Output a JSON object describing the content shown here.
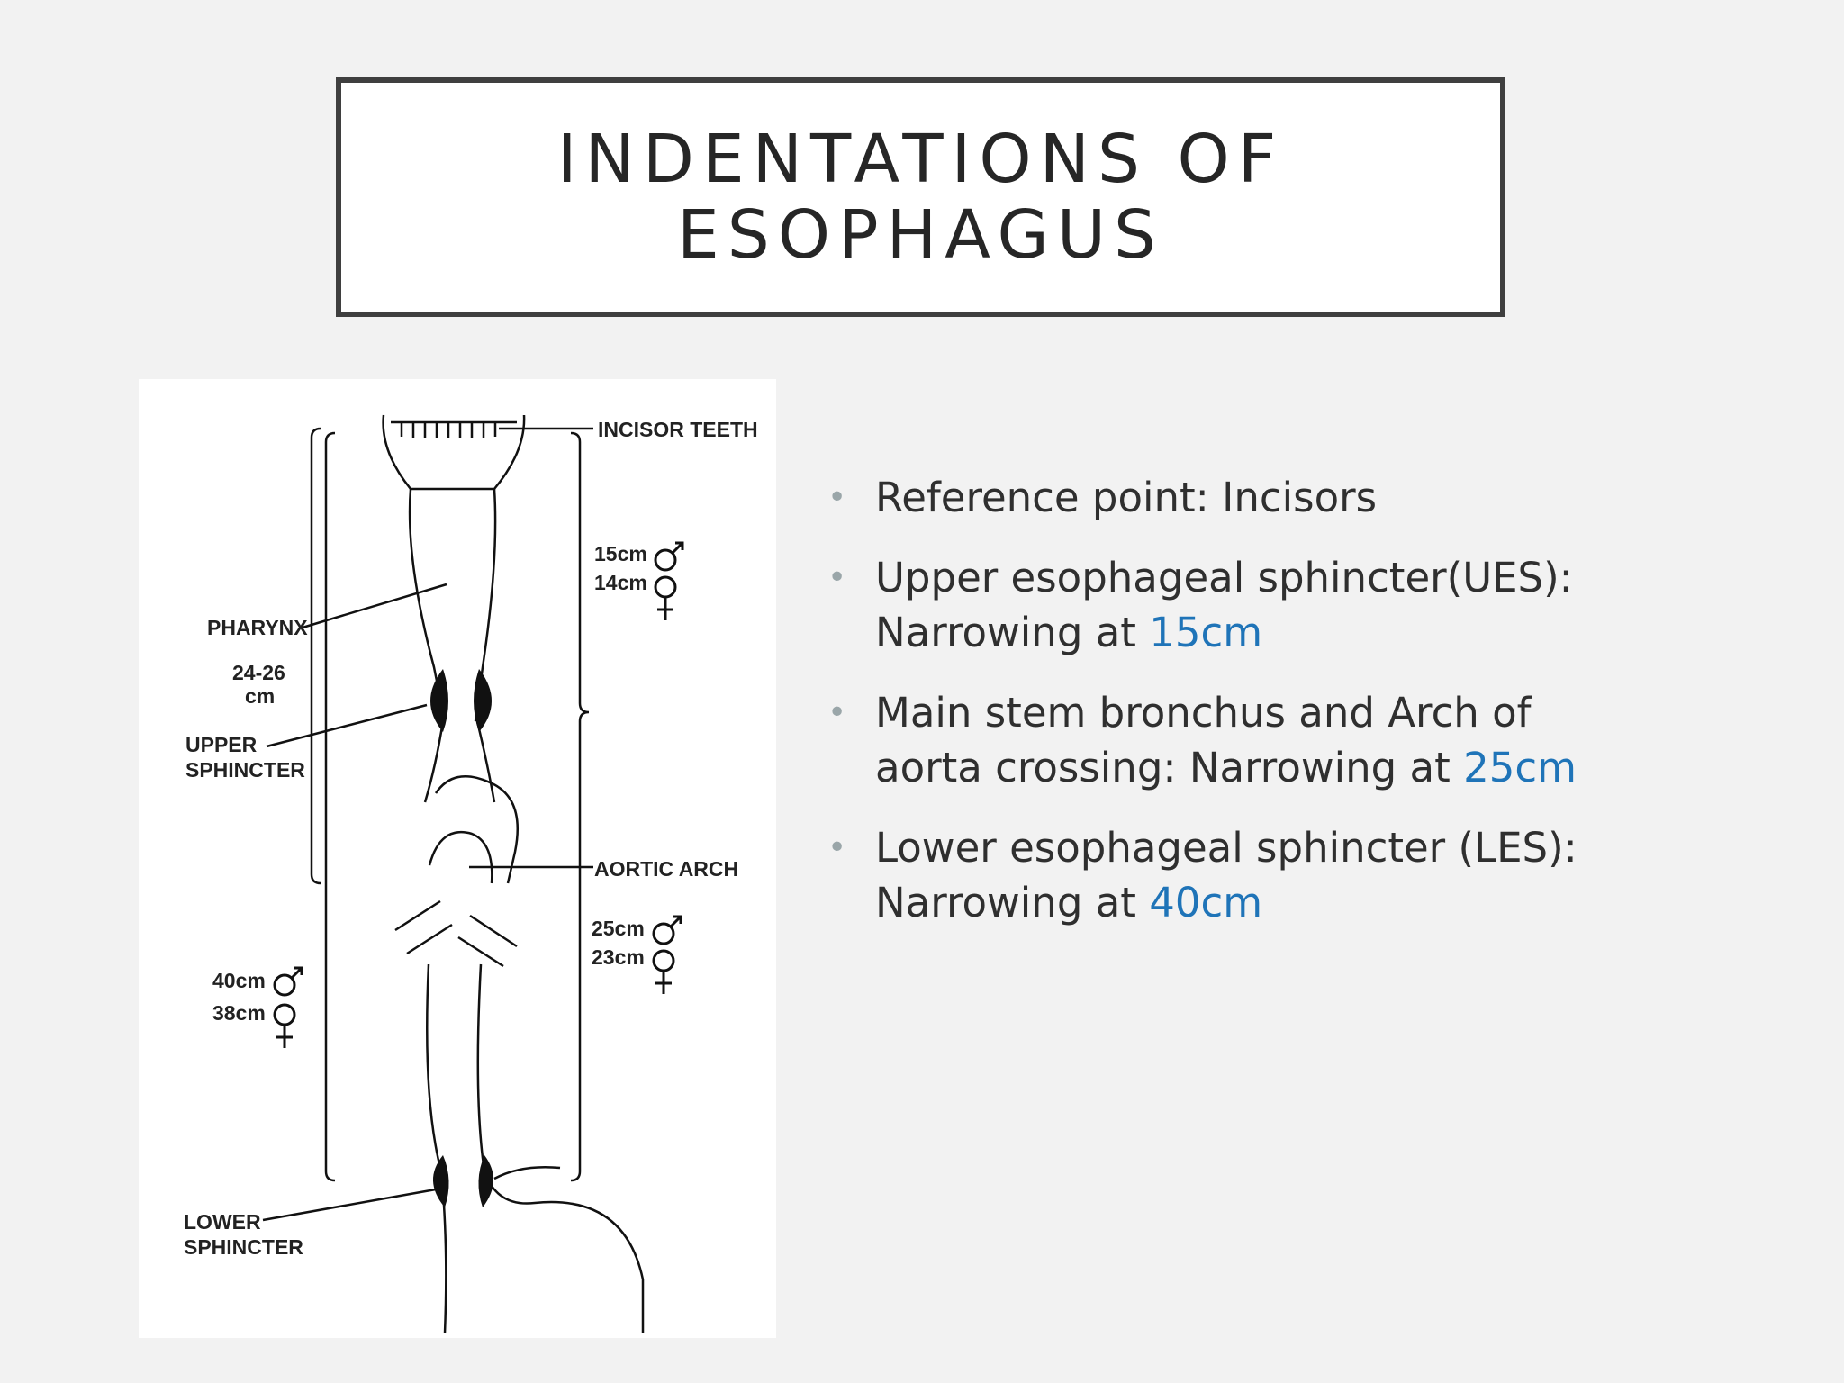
{
  "slide": {
    "title_lines": [
      "INDENTATIONS OF",
      "ESOPHAGUS"
    ]
  },
  "figure": {
    "labels": {
      "incisor_teeth": "INCISOR TEETH",
      "pharynx": "PHARYNX",
      "length_value": "24-26",
      "length_unit": "cm",
      "upper_sphincter_1": "UPPER",
      "upper_sphincter_2": "SPHINCTER",
      "aortic_arch": "AORTIC ARCH",
      "lower_sphincter_1": "LOWER",
      "lower_sphincter_2": "SPHINCTER",
      "ues_male": "15cm",
      "ues_female": "14cm",
      "arch_male": "25cm",
      "arch_female": "23cm",
      "les_male": "40cm",
      "les_female": "38cm"
    }
  },
  "bullets": [
    {
      "text": "Reference point: Incisors",
      "highlight": ""
    },
    {
      "line1": "Upper esophageal sphincter(UES):",
      "text": "Narrowing at ",
      "highlight": "15cm"
    },
    {
      "line1": "Main stem bronchus and Arch of",
      "text": "aorta crossing: Narrowing at ",
      "highlight": "25cm"
    },
    {
      "line1": "Lower esophageal sphincter (LES):",
      "text": "Narrowing at ",
      "highlight": "40cm"
    }
  ],
  "colors": {
    "highlight": "#1f74b8",
    "bullet_dot": "#9aa6a9",
    "title_border": "#3f3f3f",
    "background": "#f2f2f2"
  }
}
